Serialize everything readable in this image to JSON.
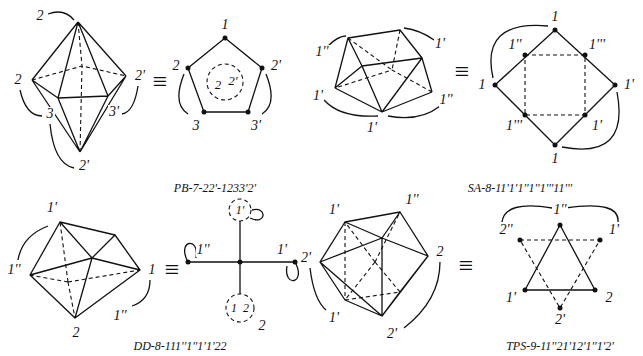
{
  "diagram": {
    "labels": [
      "2",
      "2",
      "2'",
      "3",
      "3'",
      "2'",
      "≡",
      "1",
      "2",
      "2'",
      "2",
      "2'",
      "3",
      "3'",
      "PB-7-22'-1233'2'",
      "1''",
      "1'",
      "1'",
      "1''",
      "1'",
      "≡",
      "1",
      "1''",
      "1'''",
      "1",
      "1'",
      "1'''",
      "1'",
      "1",
      "SA-8-11'1'1''1''1'''11'''",
      "1'",
      "1''",
      "1",
      "1''",
      "2",
      "≡",
      "1'",
      "1''",
      "1'",
      "1",
      "2",
      "2",
      "DD-8-111''1''1'1'22",
      "1'",
      "1''",
      "2'",
      "2",
      "1'",
      "2'",
      "≡",
      "1''",
      "2''",
      "1'",
      "1'",
      "2",
      "2'",
      "TPS-9-11''21'12'1''1'2'"
    ]
  }
}
